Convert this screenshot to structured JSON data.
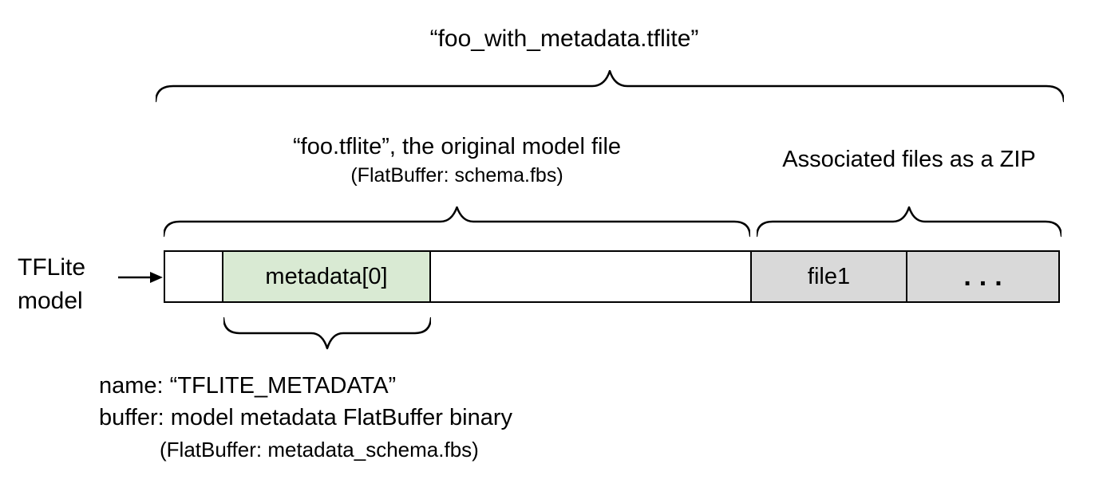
{
  "title": "“foo_with_metadata.tflite”",
  "model_section": {
    "label_line1": "“foo.tflite”, the original model file",
    "label_line2": "(FlatBuffer: schema.fbs)"
  },
  "zip_section": {
    "label": "Associated files as a ZIP"
  },
  "bar": {
    "pointer_label_line1": "TFLite",
    "pointer_label_line2": "model",
    "segments": [
      {
        "name": "empty-lead",
        "label": ""
      },
      {
        "name": "metadata",
        "label": "metadata[0]"
      },
      {
        "name": "empty-body",
        "label": ""
      },
      {
        "name": "file1",
        "label": "file1"
      },
      {
        "name": "more-files",
        "label": "..."
      }
    ]
  },
  "metadata_note": {
    "line1": "name: “TFLITE_METADATA”",
    "line2": "buffer: model metadata FlatBuffer binary",
    "line3": "(FlatBuffer: metadata_schema.fbs)"
  },
  "colors": {
    "metadata_fill": "#d9ead3",
    "associated_file_fill": "#d9d9d9",
    "stroke": "#000000",
    "background": "#ffffff"
  }
}
